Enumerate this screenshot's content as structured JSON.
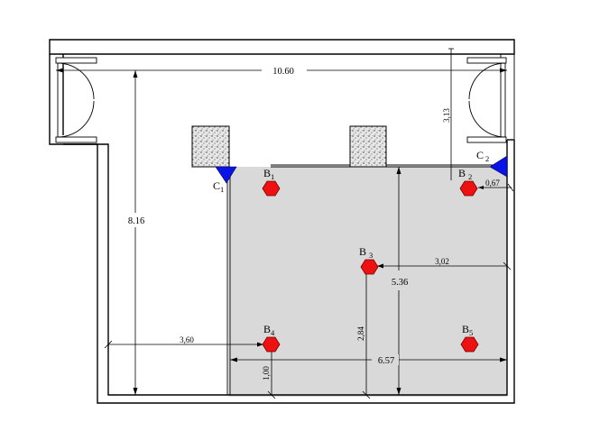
{
  "colors": {
    "room_fill": "#d9d9d9",
    "sensor_fill": "#ee1111",
    "sensor_stroke": "#7a0000",
    "camera_fill": "#0a14e6",
    "pillar_fill": "#e8e8e8"
  },
  "dimensions": {
    "overall_width": "10.60",
    "overall_height": "8.16",
    "door_right_offset": "3,13",
    "shaded_height": "5.36",
    "shaded_width": "6.57",
    "b2_to_wall": "0,67",
    "b3_to_wall": "3,02",
    "b3_to_bottom": "2,84",
    "b4_to_left_wall": "3,60",
    "b4_to_bottom": "1,00"
  },
  "sensors": [
    {
      "id": "B1",
      "letter": "B",
      "sub": "1"
    },
    {
      "id": "B2",
      "letter": "B",
      "sub": "2"
    },
    {
      "id": "B3",
      "letter": "B",
      "sub": "3"
    },
    {
      "id": "B4",
      "letter": "B",
      "sub": "4"
    },
    {
      "id": "B5",
      "letter": "B",
      "sub": "5"
    }
  ],
  "cameras": [
    {
      "id": "C1",
      "letter": "C",
      "sub": "1"
    },
    {
      "id": "C2",
      "letter": "C",
      "sub": "2"
    }
  ]
}
